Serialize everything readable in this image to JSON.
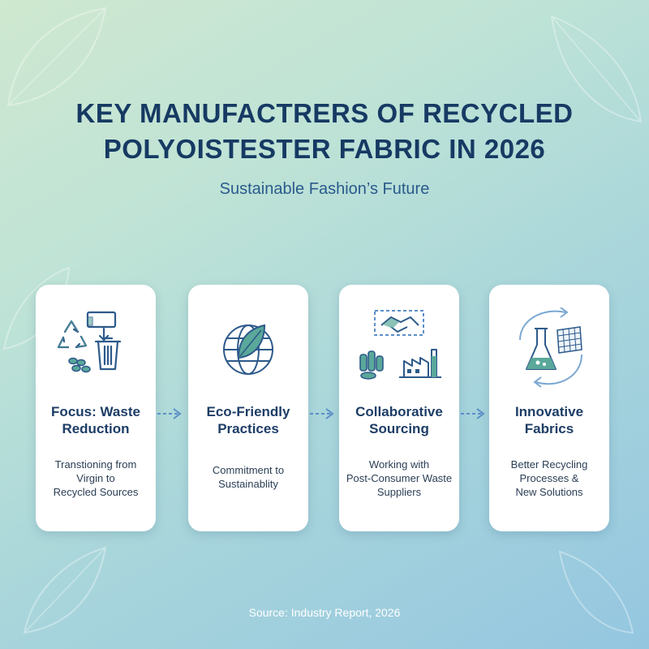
{
  "header": {
    "title_line1": "KEY MANUFACTRERS OF RECYCLED",
    "title_line2": "POLYOISTESTER FABRIC IN 2026",
    "subtitle": "Sustainable Fashion’s Future"
  },
  "cards": [
    {
      "title_line1": "Focus: Waste",
      "title_line2": "Reduction",
      "desc_lines": [
        "Transtioning from",
        "Virgin to",
        "Recycled Sources"
      ],
      "icon": "recycle-waste-icon"
    },
    {
      "title_line1": "Eco-Friendly",
      "title_line2": "Practices",
      "desc_lines": [
        "Commitment to",
        "Sustainablity"
      ],
      "icon": "globe-leaf-icon"
    },
    {
      "title_line1": "Collaborative",
      "title_line2": "Sourcing",
      "desc_lines": [
        "Working with",
        "Post-Consumer Waste",
        "Suppliers"
      ],
      "icon": "handshake-factory-icon"
    },
    {
      "title_line1": "Innovative",
      "title_line2": "Fabrics",
      "desc_lines": [
        "Better Recycling",
        "Processes &",
        "New Solutions"
      ],
      "icon": "flask-fabric-icon"
    }
  ],
  "footer": {
    "source": "Source: Industry Report, 2026"
  },
  "colors": {
    "title": "#163a63",
    "accent": "#5b8fc7",
    "icon_teal": "#5aa89a",
    "icon_blue": "#2d5a8a"
  }
}
